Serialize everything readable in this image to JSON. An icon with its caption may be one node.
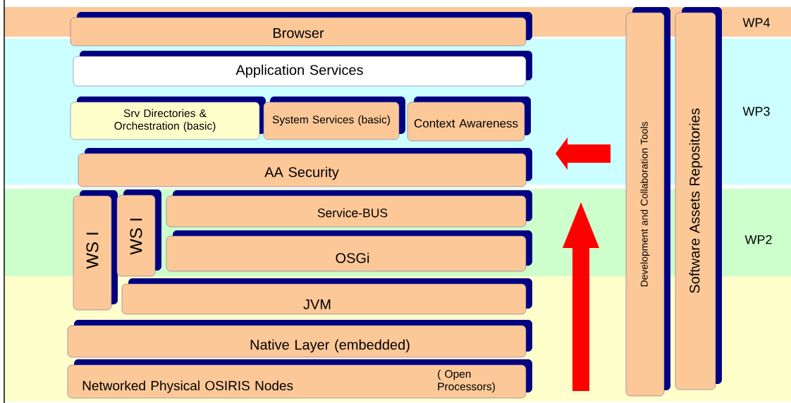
{
  "diagram": {
    "nodes": [
      {
        "text": [
          "Browser"
        ]
      },
      {
        "text": [
          "Application Services"
        ]
      },
      {
        "text": [
          "Srv Directories & Orchestration (basic)"
        ]
      },
      {
        "text": [
          "System Services (basic)"
        ]
      },
      {
        "text": [
          "Context Awareness"
        ]
      },
      {
        "text": [
          "AA Security"
        ]
      },
      {
        "text": [
          "WS I"
        ]
      },
      {
        "text": [
          "WS I"
        ]
      },
      {
        "text": [
          "Service-BUS"
        ]
      },
      {
        "text": [
          "OSGi"
        ]
      },
      {
        "text": [
          "JVM"
        ]
      },
      {
        "text": [
          "Native Layer (embedded)"
        ]
      },
      {
        "text": [
          "Networked Physical OSIRIS Nodes",
          "( Open Processors)"
        ]
      },
      {
        "text": [
          "Development and Collaboration Tools"
        ]
      },
      {
        "text": [
          "Software Assets Repositories"
        ]
      }
    ],
    "labels": [
      "WP4",
      "WP3",
      "WP2"
    ]
  }
}
